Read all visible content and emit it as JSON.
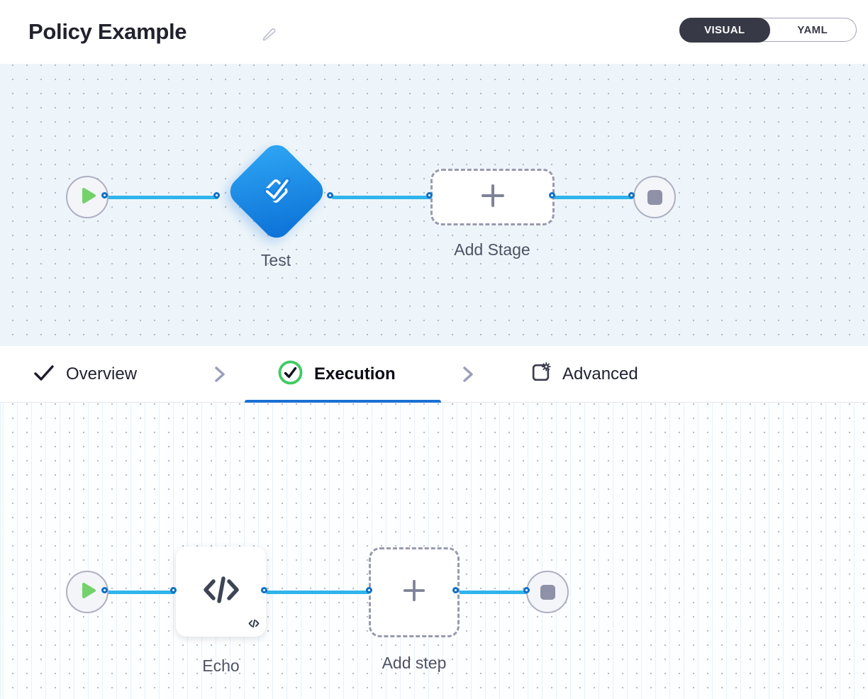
{
  "header": {
    "title": "Policy Example",
    "view_toggle": {
      "visual_label": "VISUAL",
      "yaml_label": "YAML",
      "selected": "VISUAL"
    }
  },
  "pipeline_canvas": {
    "stage": {
      "label": "Test",
      "icon": "approval-stage-icon"
    },
    "add_stage": {
      "label": "Add Stage",
      "icon": "plus-icon"
    },
    "start_icon": "play-icon",
    "end_icon": "stop-icon"
  },
  "tabs": {
    "overview": {
      "label": "Overview",
      "icon": "check-icon"
    },
    "execution": {
      "label": "Execution",
      "icon": "check-circle-icon",
      "active": true
    },
    "advanced": {
      "label": "Advanced",
      "icon": "advanced-settings-icon"
    }
  },
  "execution_canvas": {
    "step": {
      "label": "Echo",
      "icon": "code-icon"
    },
    "add_step": {
      "label": "Add step",
      "icon": "plus-icon"
    }
  },
  "colors": {
    "accent_blue": "#0d6fc5",
    "edge_cyan": "#30b4ec",
    "underline_blue": "#1b70d4",
    "stage_gradient_start": "#2fa7f4",
    "stage_gradient_end": "#0b6fd6",
    "success_green": "#3ecb63",
    "play_green": "#74d26b",
    "toggle_dark": "#383946"
  }
}
